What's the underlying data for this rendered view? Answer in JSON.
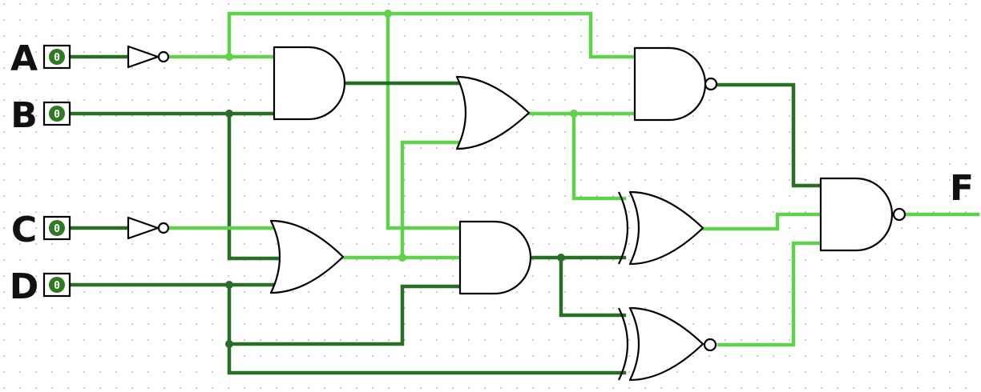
{
  "colors": {
    "wire_low": "#2a6e26",
    "wire_high": "#5fd14a",
    "pin_led": "#2f7a22",
    "grid_dot": "#bdbdbd"
  },
  "inputs": [
    {
      "label": "A",
      "value": "0"
    },
    {
      "label": "B",
      "value": "0"
    },
    {
      "label": "C",
      "value": "0"
    },
    {
      "label": "D",
      "value": "0"
    }
  ],
  "output": {
    "label": "F"
  },
  "gates": [
    {
      "id": "not-a",
      "type": "NOT"
    },
    {
      "id": "not-c",
      "type": "NOT"
    },
    {
      "id": "and-1",
      "type": "AND"
    },
    {
      "id": "or-1",
      "type": "OR"
    },
    {
      "id": "or-2",
      "type": "OR"
    },
    {
      "id": "and-2",
      "type": "AND"
    },
    {
      "id": "nand-1",
      "type": "NAND"
    },
    {
      "id": "xor-1",
      "type": "XOR"
    },
    {
      "id": "xnor-1",
      "type": "XNOR"
    },
    {
      "id": "nand-out",
      "type": "NAND"
    }
  ]
}
